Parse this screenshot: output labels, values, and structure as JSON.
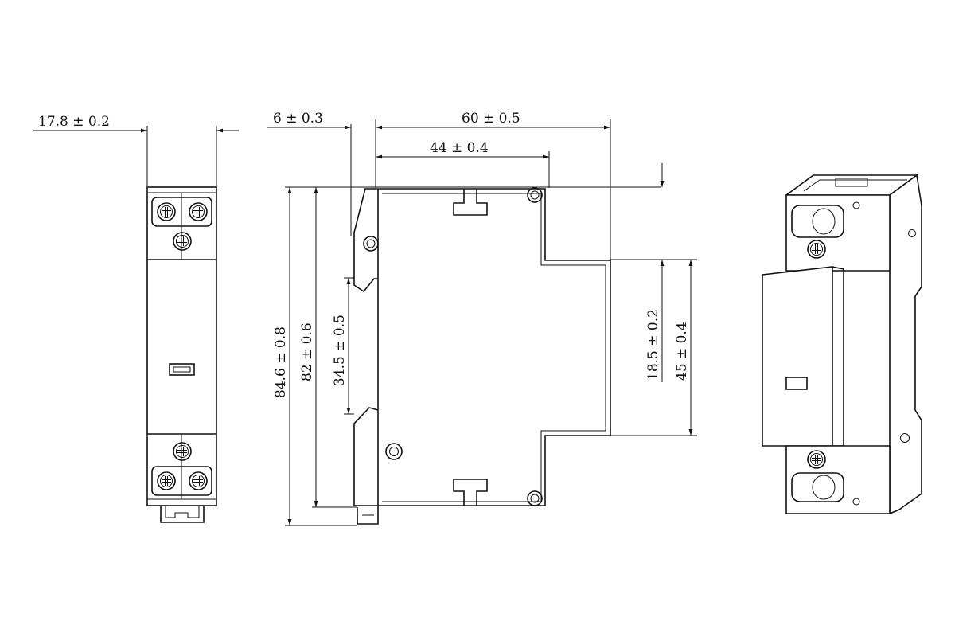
{
  "dimensions": {
    "front_width": "17.8 ± 0.2",
    "side_offset": "6 ± 0.3",
    "side_depth_total": "60 ± 0.5",
    "side_depth_body": "44 ± 0.4",
    "height_total": "84.6 ± 0.8",
    "height_body": "82 ± 0.6",
    "rail_slot": "34.5 ± 0.5",
    "front_step": "18.5 ± 0.2",
    "front_face": "45 ± 0.4"
  }
}
